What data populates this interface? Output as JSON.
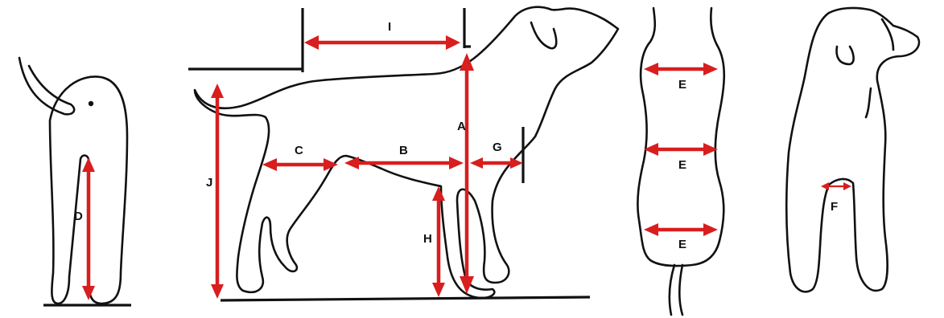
{
  "colors": {
    "arrow": "#d81e1e",
    "outline": "#111111",
    "background": "#ffffff"
  },
  "labels": {
    "a": "A",
    "b": "B",
    "c": "C",
    "d": "D",
    "e_top": "E",
    "e_mid": "E",
    "e_bottom": "E",
    "f": "F",
    "g": "G",
    "h": "H",
    "i": "I",
    "j": "J"
  }
}
